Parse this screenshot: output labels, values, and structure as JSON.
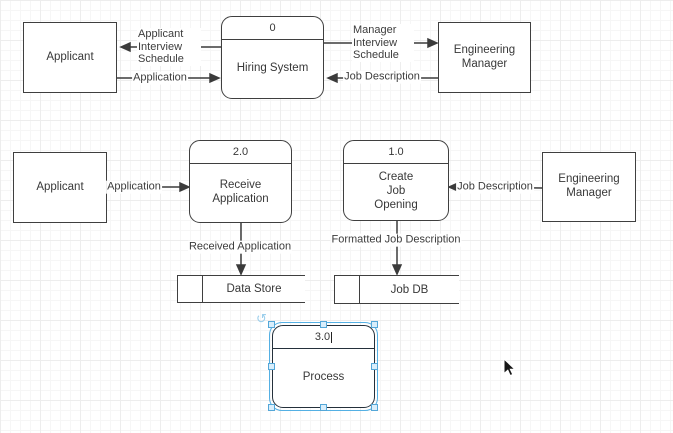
{
  "app": {
    "view": "diagram-editor-canvas",
    "diagram_type": "data-flow-diagram"
  },
  "shapes": {
    "applicant_top": {
      "type": "external-entity",
      "label": "Applicant"
    },
    "hiring_system": {
      "type": "process",
      "number": "0",
      "label": "Hiring System"
    },
    "engineering_manager_top": {
      "type": "external-entity",
      "label": "Engineering Manager"
    },
    "applicant_mid": {
      "type": "external-entity",
      "label": "Applicant"
    },
    "receive_application": {
      "type": "process",
      "number": "2.0",
      "label": "Receive Application"
    },
    "create_job_opening": {
      "type": "process",
      "number": "1.0",
      "label": "Create Job Opening"
    },
    "engineering_manager_mid": {
      "type": "external-entity",
      "label": "Engineering Manager"
    },
    "data_store": {
      "type": "data-store",
      "label": "Data Store"
    },
    "job_db": {
      "type": "data-store",
      "label": "Job DB"
    },
    "process_new": {
      "type": "process",
      "number": "3.0",
      "label": "Process",
      "selected": true,
      "label_editing": true
    }
  },
  "flows": [
    {
      "label": "Applicant Interview Schedule",
      "from": "hiring_system",
      "to": "applicant_top"
    },
    {
      "label": "Application",
      "from": "applicant_top",
      "to": "hiring_system"
    },
    {
      "label": "Manager Interview Schedule",
      "from": "hiring_system",
      "to": "engineering_manager_top"
    },
    {
      "label": "Job Description",
      "from": "engineering_manager_top",
      "to": "hiring_system"
    },
    {
      "label": "Application",
      "from": "applicant_mid",
      "to": "receive_application"
    },
    {
      "label": "Job Description",
      "from": "engineering_manager_mid",
      "to": "create_job_opening"
    },
    {
      "label": "Received Application",
      "from": "receive_application",
      "to": "data_store"
    },
    {
      "label": "Formatted Job Description",
      "from": "create_job_opening",
      "to": "job_db"
    }
  ],
  "colors": {
    "shape_stroke": "#3f3f3f",
    "text": "#383838",
    "selection_outline": "#54b0e4",
    "selection_handle_fill": "#d9eefb",
    "selection_handle_stroke": "#54a7d8",
    "grid_minor": "#f6f6f6",
    "grid_major": "#ededed"
  }
}
